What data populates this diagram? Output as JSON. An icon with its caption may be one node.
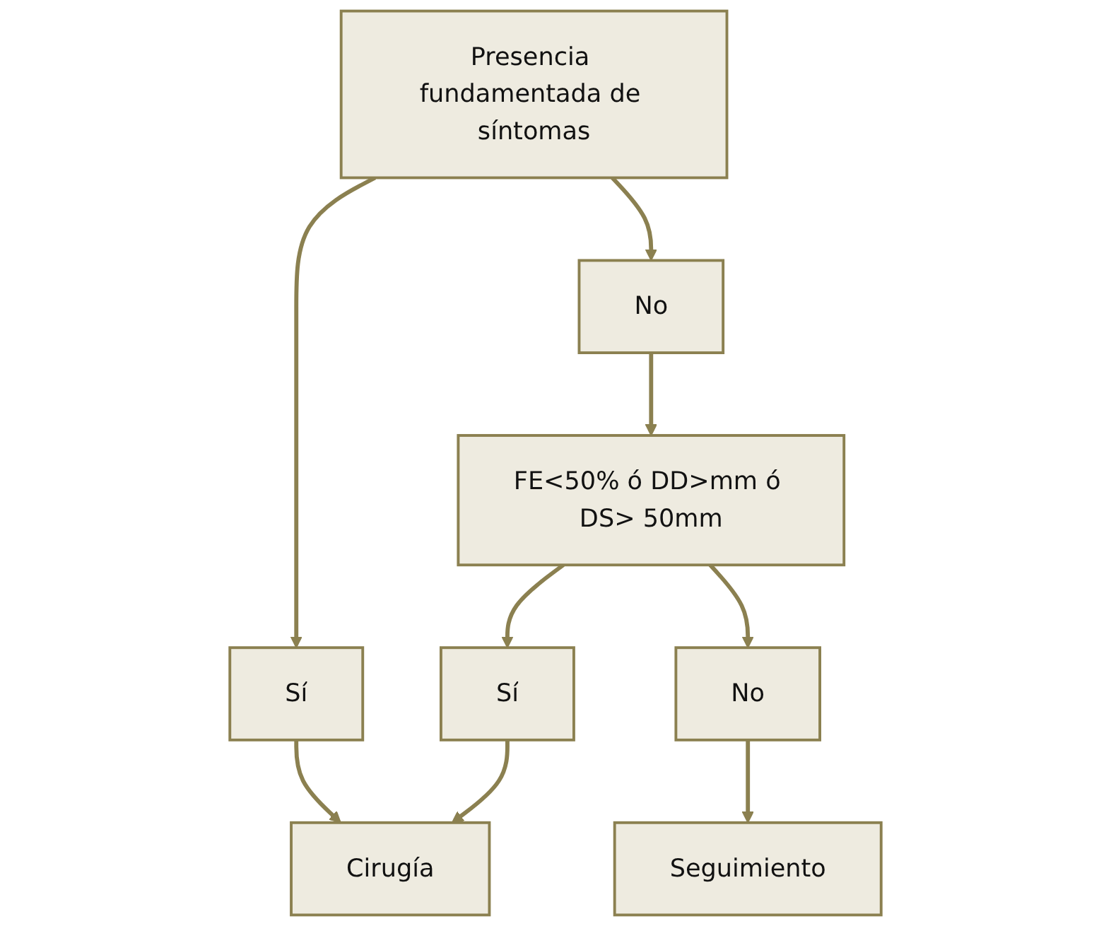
{
  "diagram": {
    "nodes": [
      {
        "text": [
          "Presencia fundamentada de síntomas"
        ]
      },
      {
        "text": [
          "Sí"
        ]
      },
      {
        "text": [
          "No"
        ]
      },
      {
        "text": [
          "FE<50% ó DD>mm ó DS> 50mm"
        ]
      },
      {
        "text": [
          "Sí"
        ]
      },
      {
        "text": [
          "No"
        ]
      },
      {
        "text": [
          "Cirugía"
        ]
      },
      {
        "text": [
          "Seguimiento"
        ]
      }
    ],
    "edges": [
      {
        "from": 0,
        "to": 1,
        "arrow": "to"
      },
      {
        "from": 0,
        "to": 2,
        "arrow": "to"
      },
      {
        "from": 1,
        "to": 6,
        "arrow": "to"
      },
      {
        "from": 2,
        "to": 3,
        "arrow": "to"
      },
      {
        "from": 3,
        "to": 4,
        "arrow": "to"
      },
      {
        "from": 3,
        "to": 5,
        "arrow": "to"
      },
      {
        "from": 4,
        "to": 6,
        "arrow": "to"
      },
      {
        "from": 5,
        "to": 7,
        "arrow": "to"
      }
    ]
  }
}
